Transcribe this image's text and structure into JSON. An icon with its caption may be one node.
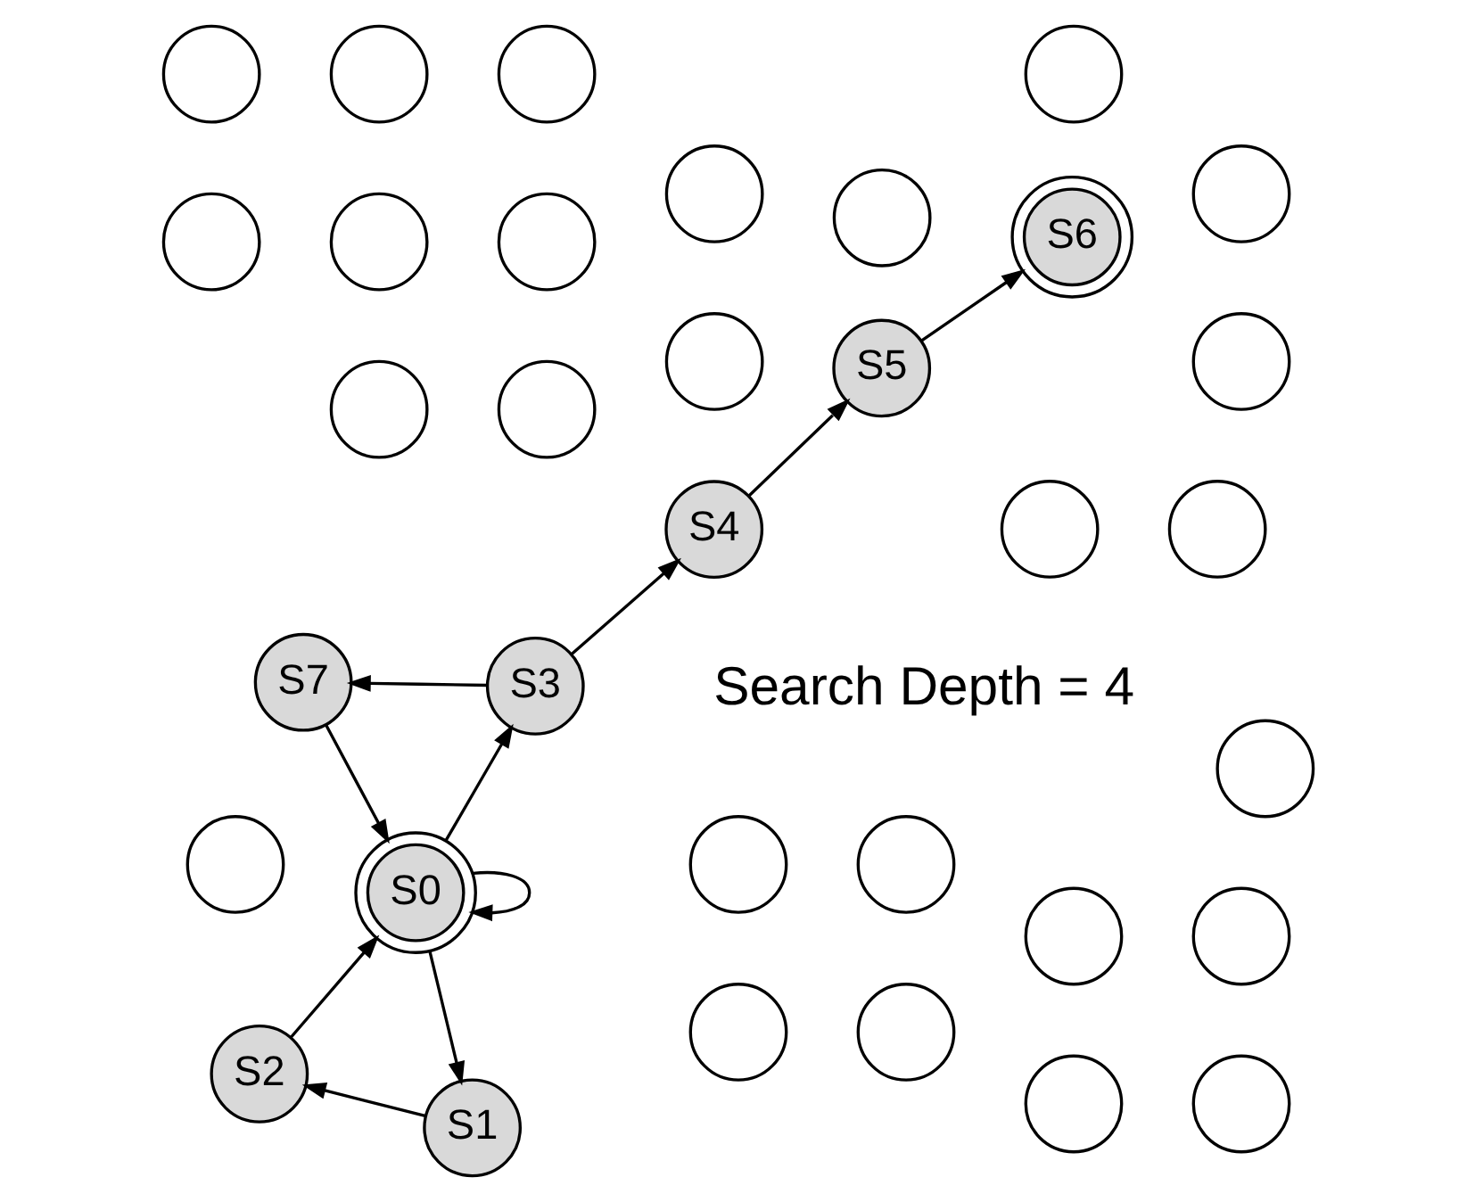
{
  "diagram": {
    "nodes": [
      {
        "text": [],
        "shape": "circle"
      },
      {
        "text": [],
        "shape": "circle"
      },
      {
        "text": [],
        "shape": "circle"
      },
      {
        "text": [],
        "shape": "circle"
      },
      {
        "text": [],
        "shape": "circle"
      },
      {
        "text": [],
        "shape": "circle"
      },
      {
        "text": [],
        "shape": "circle"
      },
      {
        "text": [],
        "shape": "circle"
      },
      {
        "text": [],
        "shape": "circle"
      },
      {
        "text": [],
        "shape": "circle"
      },
      {
        "text": [],
        "shape": "circle"
      },
      {
        "text": [
          "S7"
        ]
      },
      {
        "text": [],
        "shape": "circle"
      },
      {
        "text": [],
        "shape": "circle"
      },
      {
        "text": [],
        "shape": "circle"
      },
      {
        "text": [],
        "shape": "circle"
      },
      {
        "text": [
          "S1"
        ]
      },
      {
        "text": [
          "S0"
        ]
      },
      {
        "text": [
          "S3"
        ]
      },
      {
        "text": [
          "S4"
        ]
      },
      {
        "text": [
          "S5"
        ]
      },
      {
        "text": [],
        "shape": "circle"
      },
      {
        "text": [
          "S2"
        ]
      },
      {
        "text": [],
        "shape": "circle"
      },
      {
        "text": [
          "S6"
        ]
      },
      {
        "text": [],
        "shape": "circle"
      },
      {
        "text": [],
        "shape": "circle"
      },
      {
        "text": [],
        "shape": "circle"
      },
      {
        "text": [],
        "shape": "circle"
      },
      {
        "text": [],
        "shape": "circle"
      },
      {
        "text": [],
        "shape": "circle"
      },
      {
        "text": [],
        "shape": "circle"
      },
      {
        "text": [],
        "shape": "circle"
      },
      {
        "text": [],
        "shape": "circle"
      }
    ],
    "edges": [
      {
        "from": 17,
        "to": 16,
        "arrow": "to"
      },
      {
        "from": 16,
        "to": 22,
        "arrow": "to"
      },
      {
        "from": 22,
        "to": 17,
        "arrow": "to"
      },
      {
        "from": 17,
        "to": 17,
        "arrow": "to"
      },
      {
        "from": 17,
        "to": 18,
        "arrow": "to"
      },
      {
        "from": 18,
        "to": 11,
        "arrow": "to"
      },
      {
        "from": 11,
        "to": 17,
        "arrow": "to"
      },
      {
        "from": 18,
        "to": 19,
        "arrow": "to"
      },
      {
        "from": 19,
        "to": 20,
        "arrow": "to"
      },
      {
        "from": 20,
        "to": 24,
        "arrow": "to"
      }
    ],
    "labels": [
      "Search Depth = 4"
    ]
  }
}
